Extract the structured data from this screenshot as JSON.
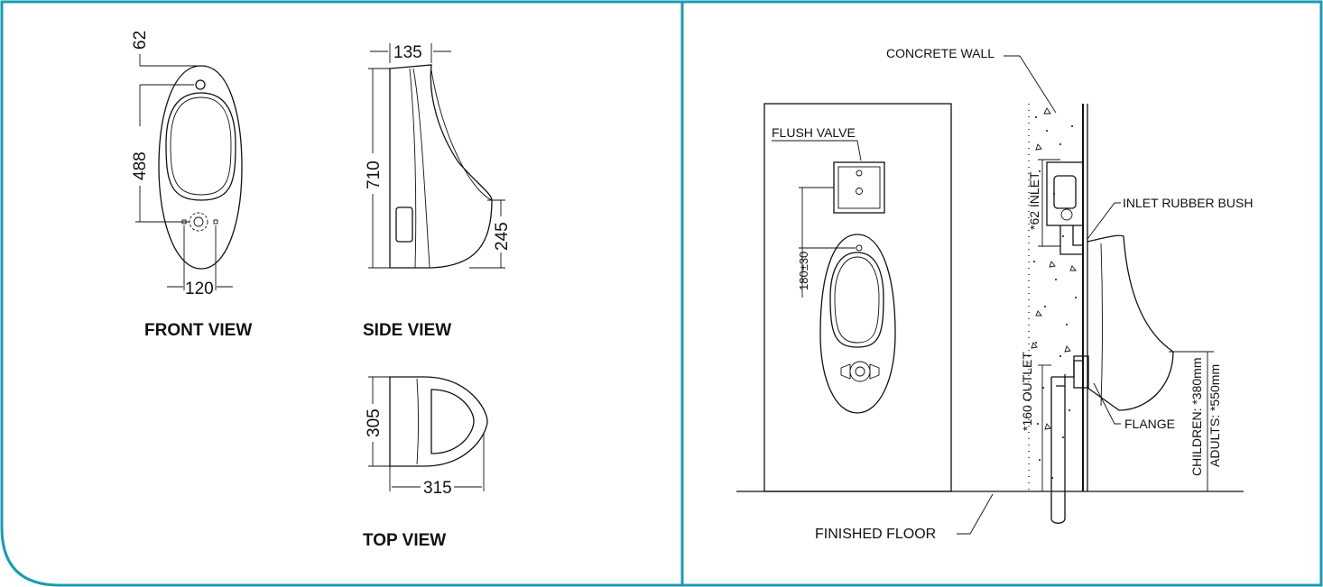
{
  "frame": {
    "accent": "#1a9bb0"
  },
  "left": {
    "front_view": {
      "title": "FRONT VIEW",
      "dim_top": "62",
      "dim_height": "488",
      "dim_width": "120"
    },
    "side_view": {
      "title": "SIDE VIEW",
      "dim_depth": "135",
      "dim_height": "710",
      "dim_bottom": "245"
    },
    "top_view": {
      "title": "TOP VIEW",
      "dim_width": "305",
      "dim_depth": "315"
    }
  },
  "right": {
    "concrete_wall": "CONCRETE WALL",
    "flush_valve": "FLUSH VALVE",
    "dim_180": "180±30",
    "inlet": "*62 INLET",
    "inlet_rubber_bush": "INLET RUBBER BUSH",
    "outlet": "*160 OUTLET",
    "flange": "FLANGE",
    "children": "CHILDREN: *380mm",
    "adults": "ADULTS: *550mm",
    "finished_floor": "FINISHED FLOOR"
  }
}
